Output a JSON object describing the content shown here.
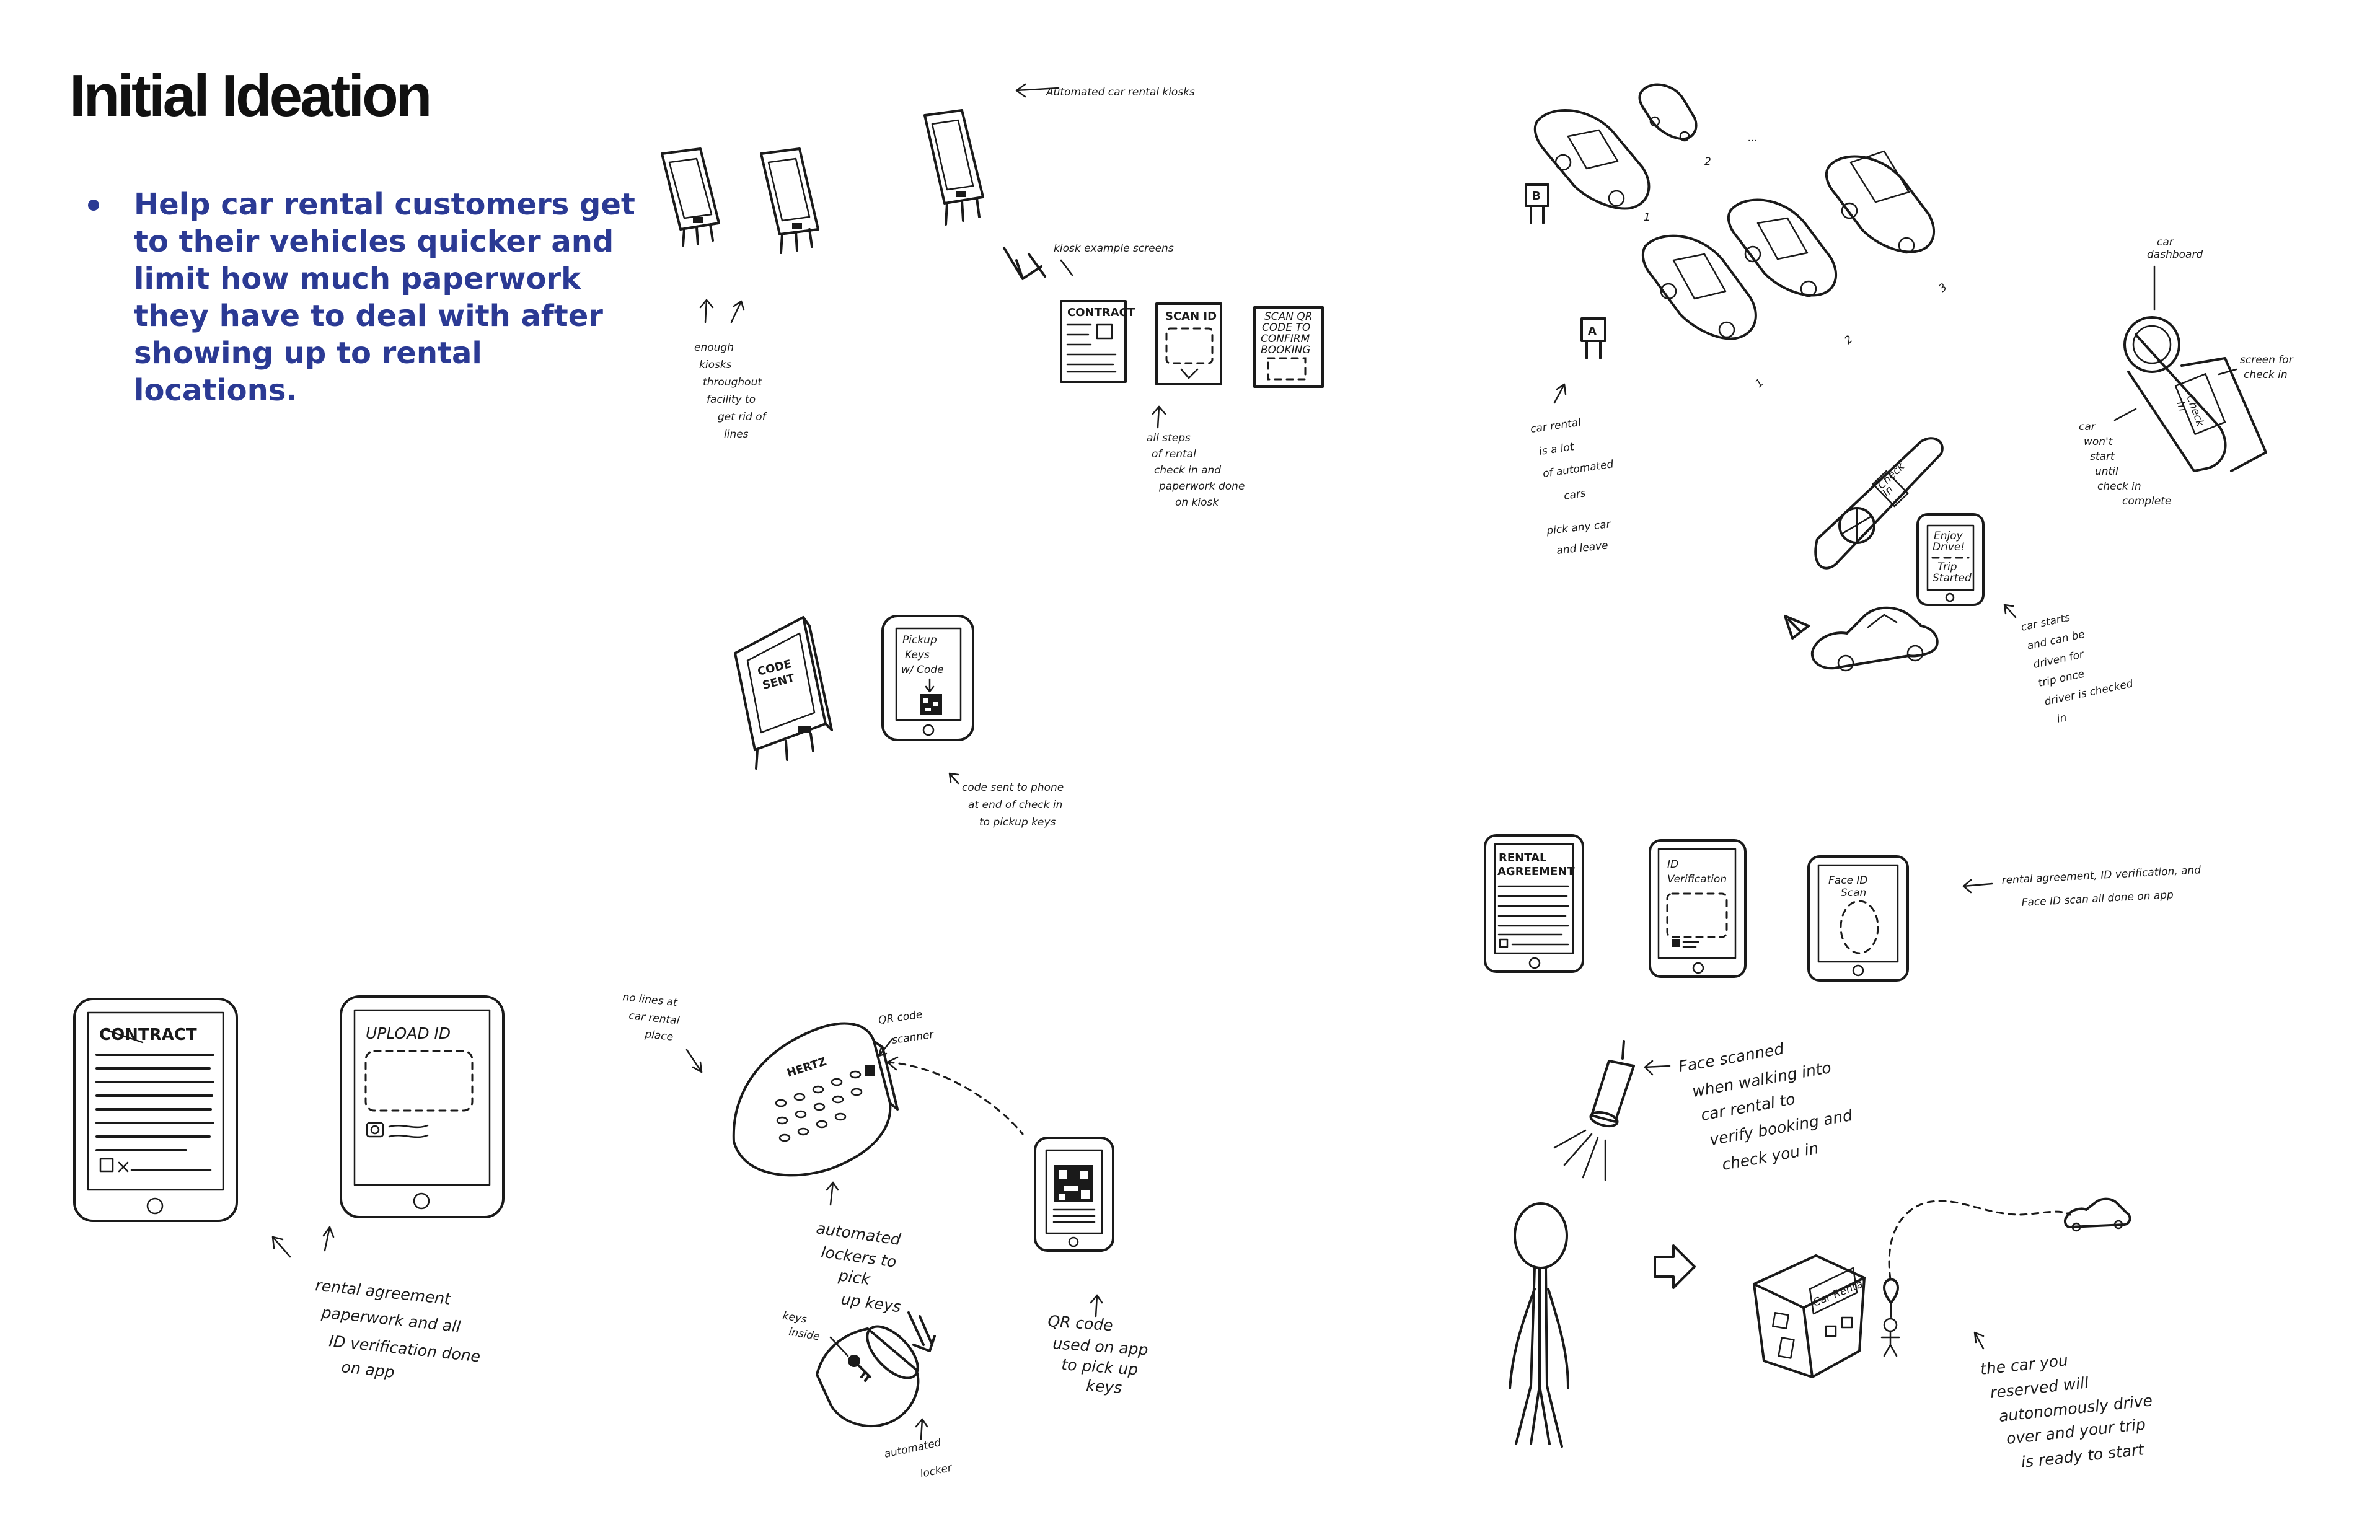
{
  "header": {
    "title": "Initial Ideation"
  },
  "bullets": [
    "Help car rental customers get to their vehicles quicker and limit how much paperwork they have to deal with after showing up to rental locations."
  ],
  "sketches": {
    "kiosks": {
      "note_top": "Automated car rental kiosks",
      "note_left": [
        "enough",
        "kiosks",
        "throughout",
        "facility to",
        "get rid of",
        "lines"
      ],
      "note_screens": "kiosk example screens",
      "screen_contract": "CONTRACT",
      "screen_scan_id": "SCAN ID",
      "screen_qr": [
        "SCAN QR",
        "CODE TO",
        "CONFIRM",
        "BOOKING"
      ],
      "note_steps": [
        "all steps",
        "of rental",
        "check in and",
        "paperwork done",
        "on kiosk"
      ]
    },
    "code": {
      "kiosk_screen": [
        "CODE",
        "SENT"
      ],
      "phone_screen": [
        "Pickup",
        "Keys",
        "w/ Code"
      ],
      "note": [
        "code sent to phone",
        "at end of check in",
        "to pickup keys"
      ]
    },
    "autonomous": {
      "labels": [
        "B",
        "A",
        "1",
        "2",
        "1",
        "2",
        "3",
        "..."
      ],
      "note_main": [
        "car rental",
        "is a lot",
        "of automated",
        "cars"
      ],
      "note_pick": [
        "pick any car",
        "and leave"
      ],
      "note_dashboard": [
        "car",
        "dashboard"
      ],
      "note_screen": [
        "screen for",
        "check in"
      ],
      "note_wont_start": [
        "car",
        "won't",
        "start",
        "until",
        "check in",
        "complete"
      ],
      "dash_screen": [
        "Check",
        "In"
      ],
      "car_screen": [
        "Check",
        "In"
      ],
      "phone_screen": [
        "Enjoy",
        "Drive!",
        "Trip",
        "Started"
      ],
      "note_starts": [
        "car starts",
        "and can be",
        "driven for",
        "trip once",
        "driver is checked",
        "in"
      ]
    },
    "app_screens": {
      "screen_rental": [
        "RENTAL",
        "AGREEMENT"
      ],
      "screen_id": [
        "ID",
        "Verification"
      ],
      "screen_face": [
        "Face ID",
        "Scan"
      ],
      "note": [
        "rental agreement, ID verification, and",
        "Face ID scan all done on app"
      ]
    },
    "upload": {
      "screen_contract": "CONTRACT",
      "screen_upload": "UPLOAD ID",
      "note": [
        "rental agreement",
        "paperwork and all",
        "ID verification done",
        "on app"
      ]
    },
    "lockers": {
      "note_nolines": [
        "no lines at",
        "car rental",
        "place"
      ],
      "brand": "HERTZ",
      "note_qr": [
        "QR code",
        "scanner"
      ],
      "note_lockers": [
        "automated",
        "lockers to",
        "pick",
        "up keys"
      ],
      "note_keys": [
        "keys",
        "inside"
      ],
      "note_locker": [
        "automated",
        "locker"
      ],
      "note_app": [
        "QR code",
        "used on app",
        "to pick up",
        "keys"
      ]
    },
    "face": {
      "note_scan": [
        "Face scanned",
        "when walking into",
        "car rental to",
        "verify booking and",
        "check you in"
      ],
      "building": "Car Rental",
      "note_car": [
        "the car you",
        "reserved will",
        "autonomously drive",
        "over and your trip",
        "is ready to start"
      ]
    }
  }
}
